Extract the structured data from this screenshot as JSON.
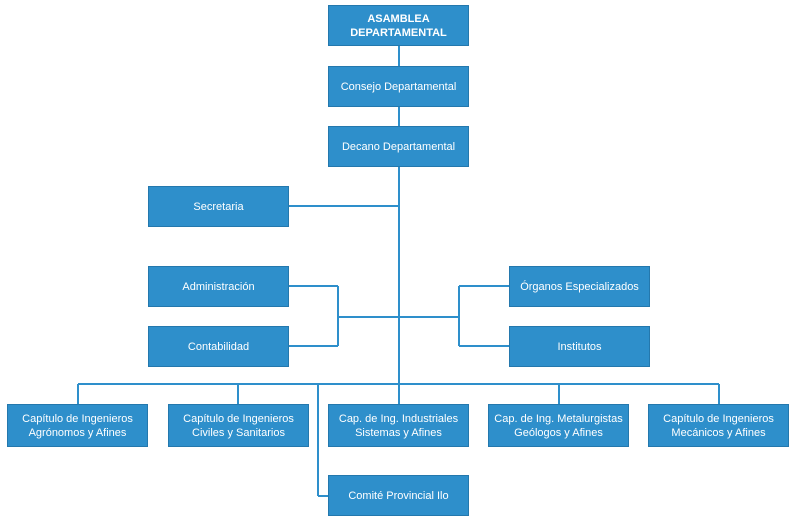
{
  "org_chart": {
    "top": {
      "label": "ASAMBLEA\nDEPARTAMENTAL"
    },
    "consejo": {
      "label": "Consejo Departamental"
    },
    "decano": {
      "label": "Decano Departamental"
    },
    "secretaria": {
      "label": "Secretaria"
    },
    "administracion": {
      "label": "Administración"
    },
    "contabilidad": {
      "label": "Contabilidad"
    },
    "organos": {
      "label": "Órganos Especializados"
    },
    "institutos": {
      "label": "Institutos"
    },
    "chapters": [
      {
        "label": "Capítulo de Ingenieros\nAgrónomos y Afines"
      },
      {
        "label": "Capítulo de Ingenieros\nCiviles y Sanitarios"
      },
      {
        "label": "Cap. de Ing. Industriales\nSistemas y Afines"
      },
      {
        "label": "Cap. de Ing. Metalurgistas\nGeólogos y Afines"
      },
      {
        "label": "Capítulo de Ingenieros\nMecánicos y Afines"
      }
    ],
    "comite": {
      "label": "Comité Provincial Ilo"
    },
    "colors": {
      "box": "#2e8fcb",
      "text": "#ffffff"
    }
  }
}
